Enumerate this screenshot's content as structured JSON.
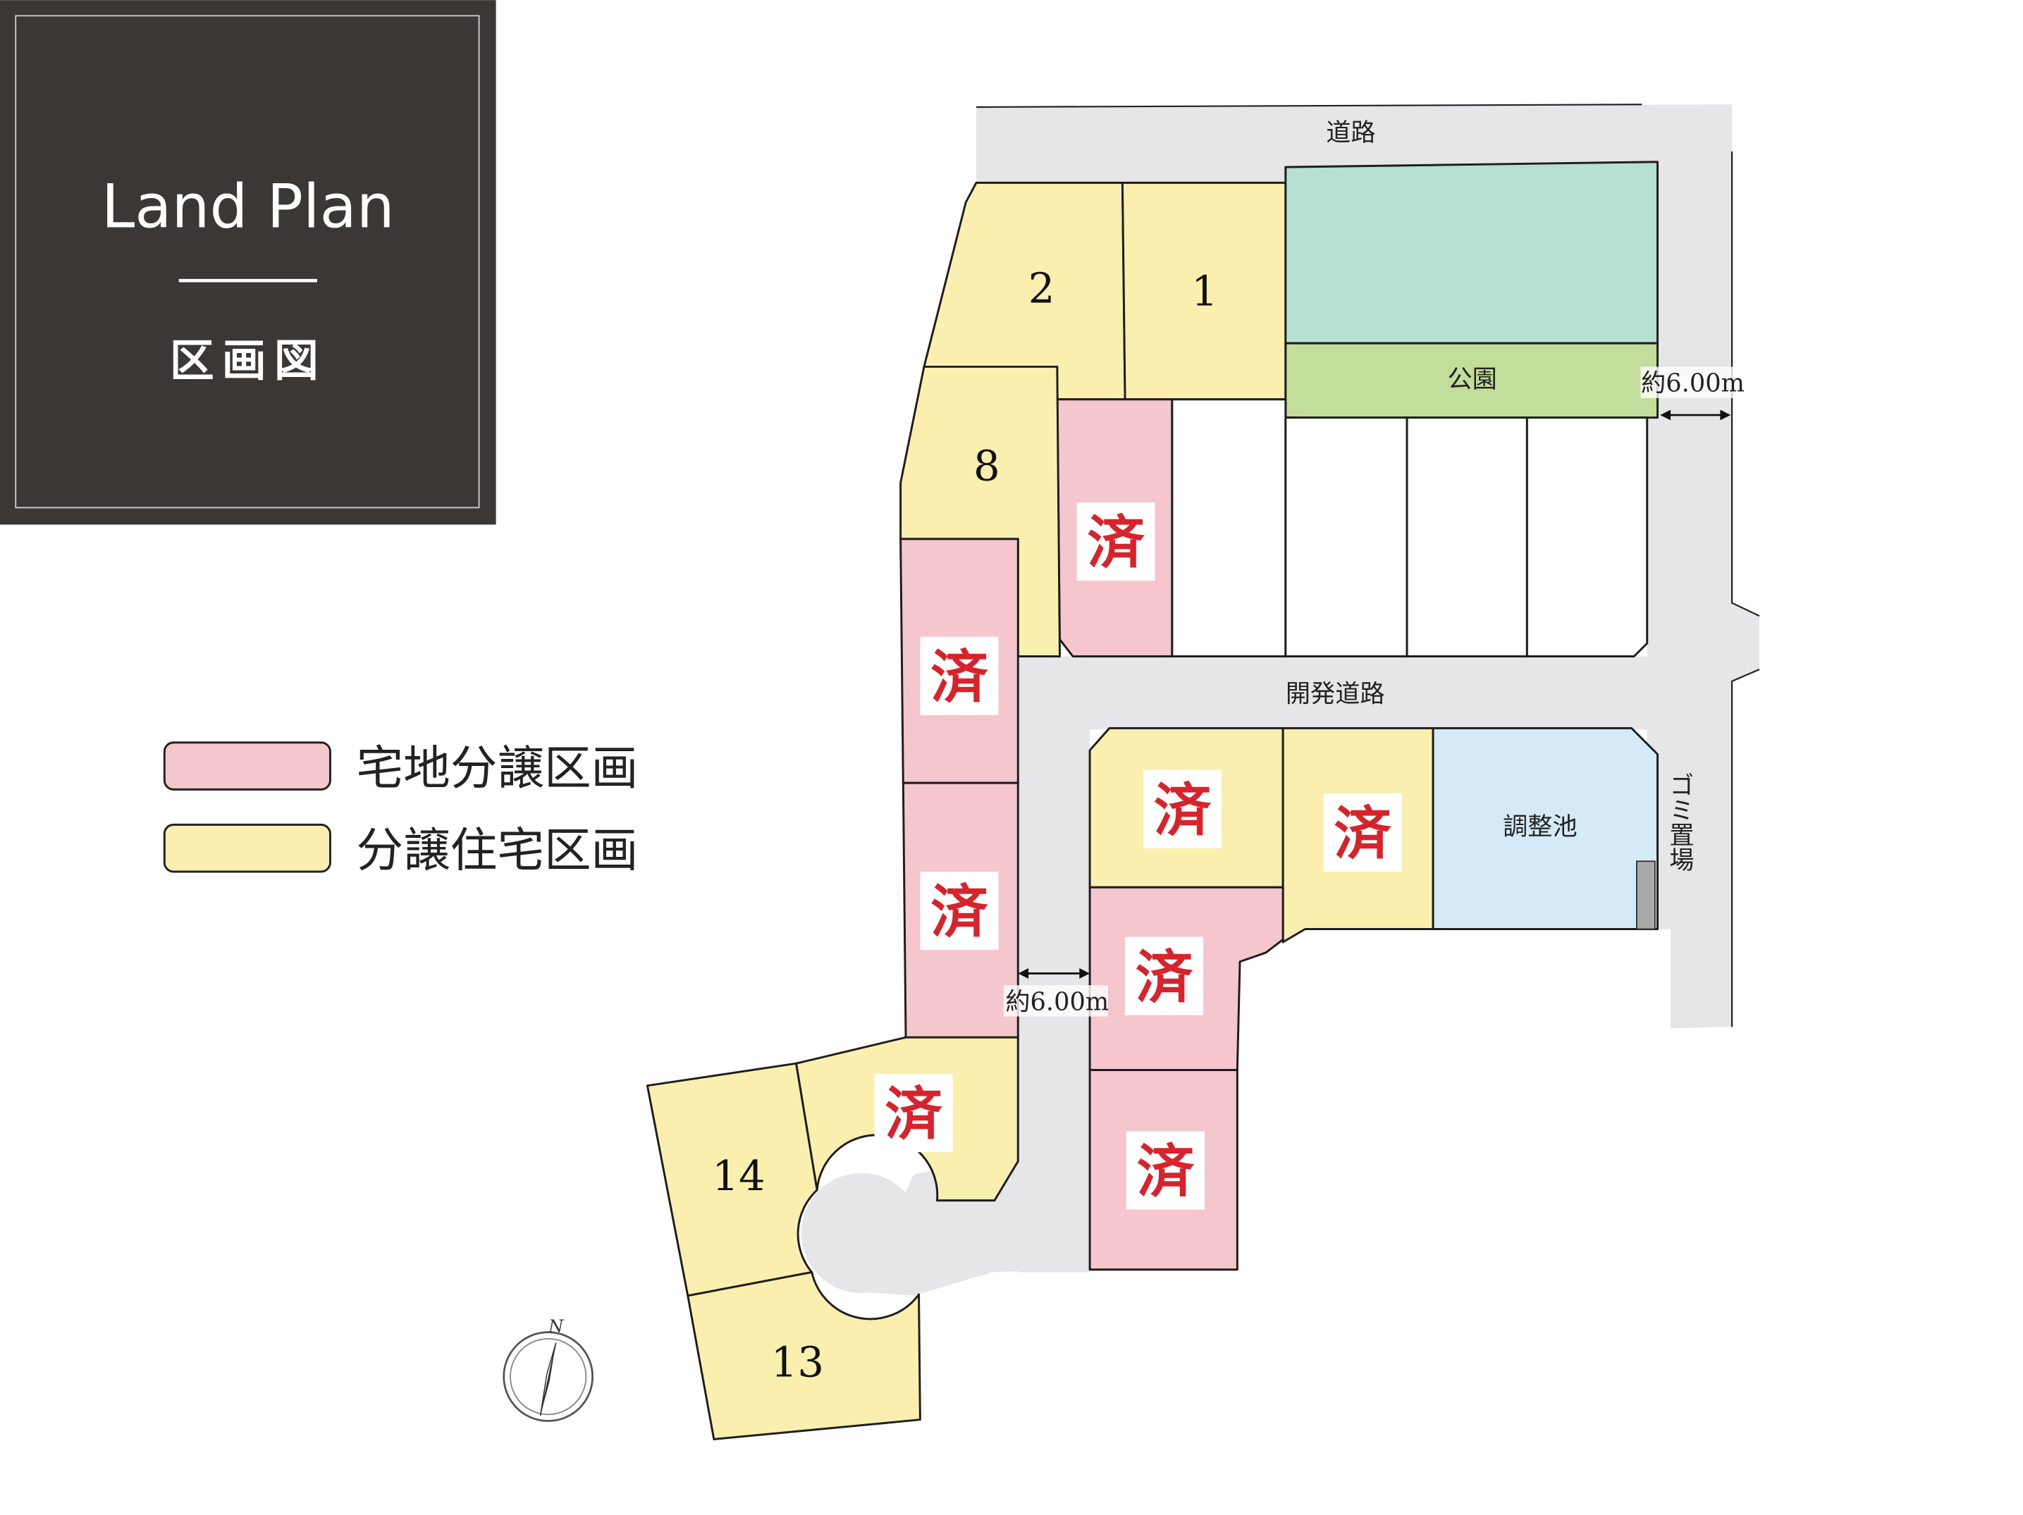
{
  "title_panel": {
    "title": "Land Plan",
    "subtitle": "区画図",
    "background_color": "#3b3735"
  },
  "legend": [
    {
      "label": "宅地分譲区画",
      "color": "#f5c6ce"
    },
    {
      "label": "分譲住宅区画",
      "color": "#fbefb0"
    }
  ],
  "map": {
    "road_top_label": "道路",
    "dev_road_label": "開発道路",
    "park_label": "公園",
    "pond_label": "調整池",
    "garbage_label": "ゴミ置場",
    "road_width_right": "約6.00m",
    "road_width_stem": "約6.00m",
    "compass_label": "N",
    "sold_mark": "済",
    "lots": {
      "lot_1": "1",
      "lot_2": "2",
      "lot_8": "8",
      "lot_13": "13",
      "lot_14": "14"
    },
    "colors": {
      "residential_land": "#f5c6ce",
      "housing": "#fbefb0",
      "park": "#c3dd9a",
      "green_area": "#b7e0d5",
      "pond": "#d4eaf6",
      "road": "#e6e6e8",
      "sold": "#d6232c"
    }
  }
}
